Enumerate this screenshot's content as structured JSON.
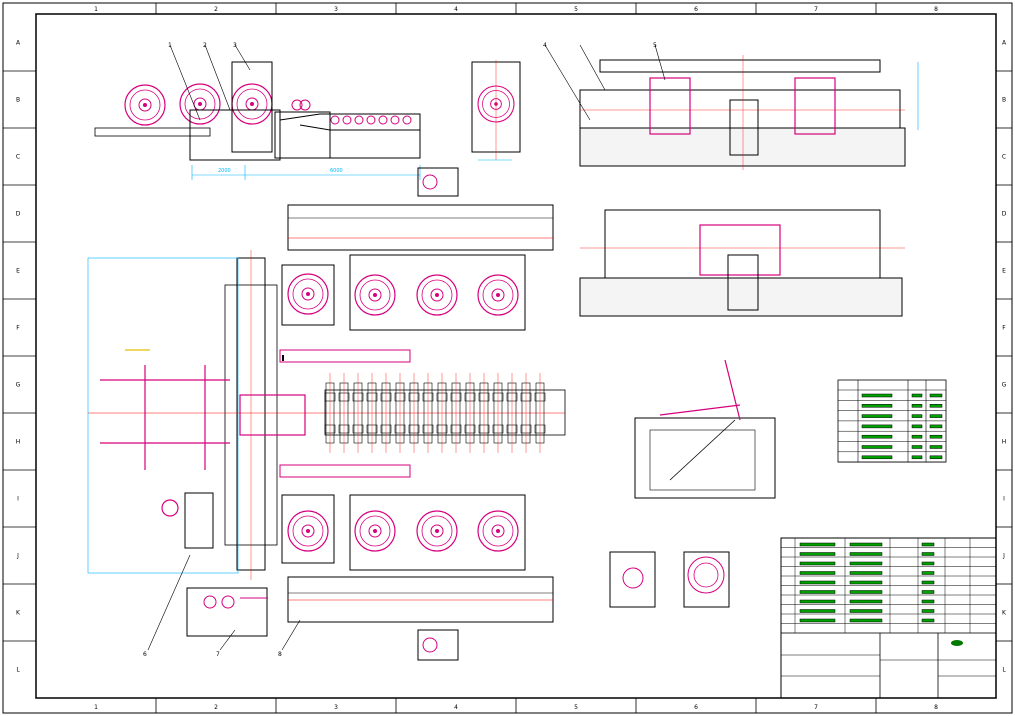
{
  "sheet": {
    "col_labels": [
      "1",
      "2",
      "3",
      "4",
      "5",
      "6",
      "7",
      "8"
    ],
    "row_labels": [
      "A",
      "B",
      "C",
      "D",
      "E",
      "F",
      "G",
      "H",
      "I",
      "J",
      "K",
      "L"
    ]
  },
  "balloons": {
    "top_left": [
      "1",
      "2",
      "3"
    ],
    "top_right": [
      "4",
      "5"
    ],
    "bottom": [
      "6",
      "7",
      "8"
    ]
  },
  "dims": [
    "2000",
    "6000"
  ],
  "colors": {
    "frame": "#000000",
    "outline": "#000000",
    "wheel": "#d6007e",
    "centerline": "#ff0000",
    "dimension": "#00b4ff",
    "text": "#00a000"
  }
}
